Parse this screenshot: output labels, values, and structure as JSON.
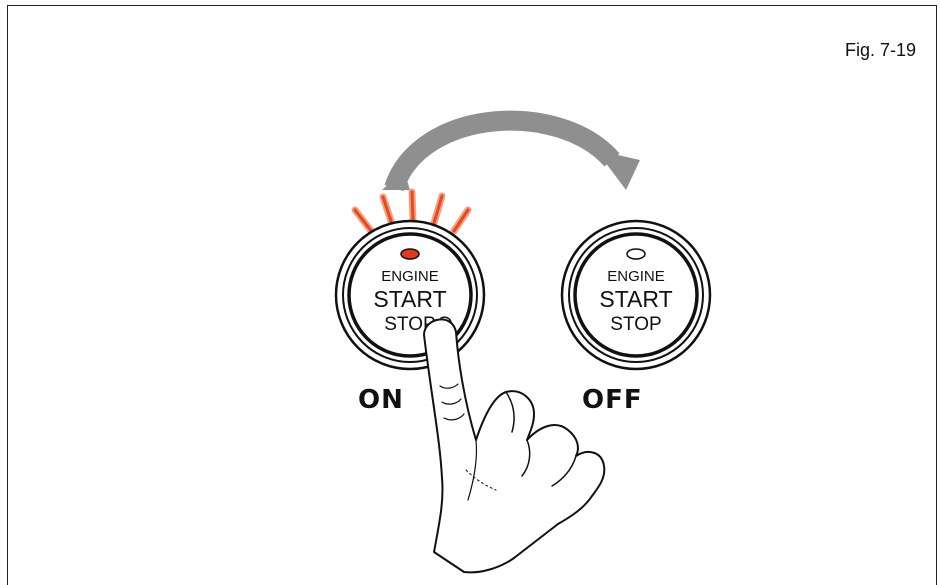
{
  "figure": {
    "label": "Fig. 7-19"
  },
  "buttons": [
    {
      "lines": [
        "ENGINE",
        "START",
        "STOP"
      ],
      "state": "ON",
      "indicator_color": "#e03a1e"
    },
    {
      "lines": [
        "ENGINE",
        "START",
        "STOP"
      ],
      "state": "OFF",
      "indicator_color": "#ffffff"
    }
  ],
  "colors": {
    "arrow": "#8f8f8f",
    "glow": "#e8491e",
    "outline": "#111111"
  },
  "icons": {
    "transition": "curved-arrow-icon",
    "pointer": "hand-icon"
  }
}
